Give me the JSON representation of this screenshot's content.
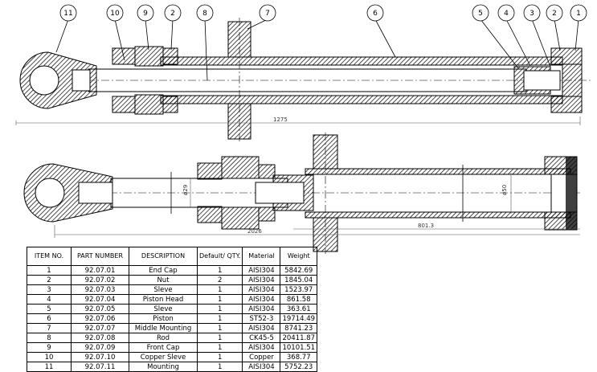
{
  "balloons": [
    "11",
    "10",
    "9",
    "2",
    "8",
    "7",
    "6",
    "5",
    "4",
    "3",
    "2",
    "1"
  ],
  "dimensions": {
    "top_overall": "1275",
    "bottom_overall": "2026",
    "bottom_stroke": "801.3",
    "piston_dia": "ø50",
    "rod_dia": "ø29"
  },
  "bom": {
    "headers": [
      "ITEM NO.",
      "PART NUMBER",
      "DESCRIPTION",
      "Default/ QTY.",
      "Material",
      "Weight"
    ],
    "rows": [
      [
        "1",
        "92.07.01",
        "End Cap",
        "1",
        "AISI304",
        "5842.69"
      ],
      [
        "2",
        "92.07.02",
        "Nut",
        "2",
        "AISI304",
        "1845.04"
      ],
      [
        "3",
        "92.07.03",
        "Sleve",
        "1",
        "AISI304",
        "1523.97"
      ],
      [
        "4",
        "92.07.04",
        "Piston Head",
        "1",
        "AISI304",
        "861.58"
      ],
      [
        "5",
        "92.07.05",
        "Sleve",
        "1",
        "AISI304",
        "363.61"
      ],
      [
        "6",
        "92.07.06",
        "Piston",
        "1",
        "ST52-3",
        "19714.49"
      ],
      [
        "7",
        "92.07.07",
        "Middle Mounting",
        "1",
        "AISI304",
        "8741.23"
      ],
      [
        "8",
        "92.07.08",
        "Rod",
        "1",
        "CK45-5",
        "20411.87"
      ],
      [
        "9",
        "92.07.09",
        "Front Cap",
        "1",
        "AISI304",
        "10101.51"
      ],
      [
        "10",
        "92.07.10",
        "Copper Sleve",
        "1",
        "Copper",
        "368.77"
      ],
      [
        "11",
        "92.07.11",
        "Mounting",
        "1",
        "AISI304",
        "5752.23"
      ]
    ]
  }
}
